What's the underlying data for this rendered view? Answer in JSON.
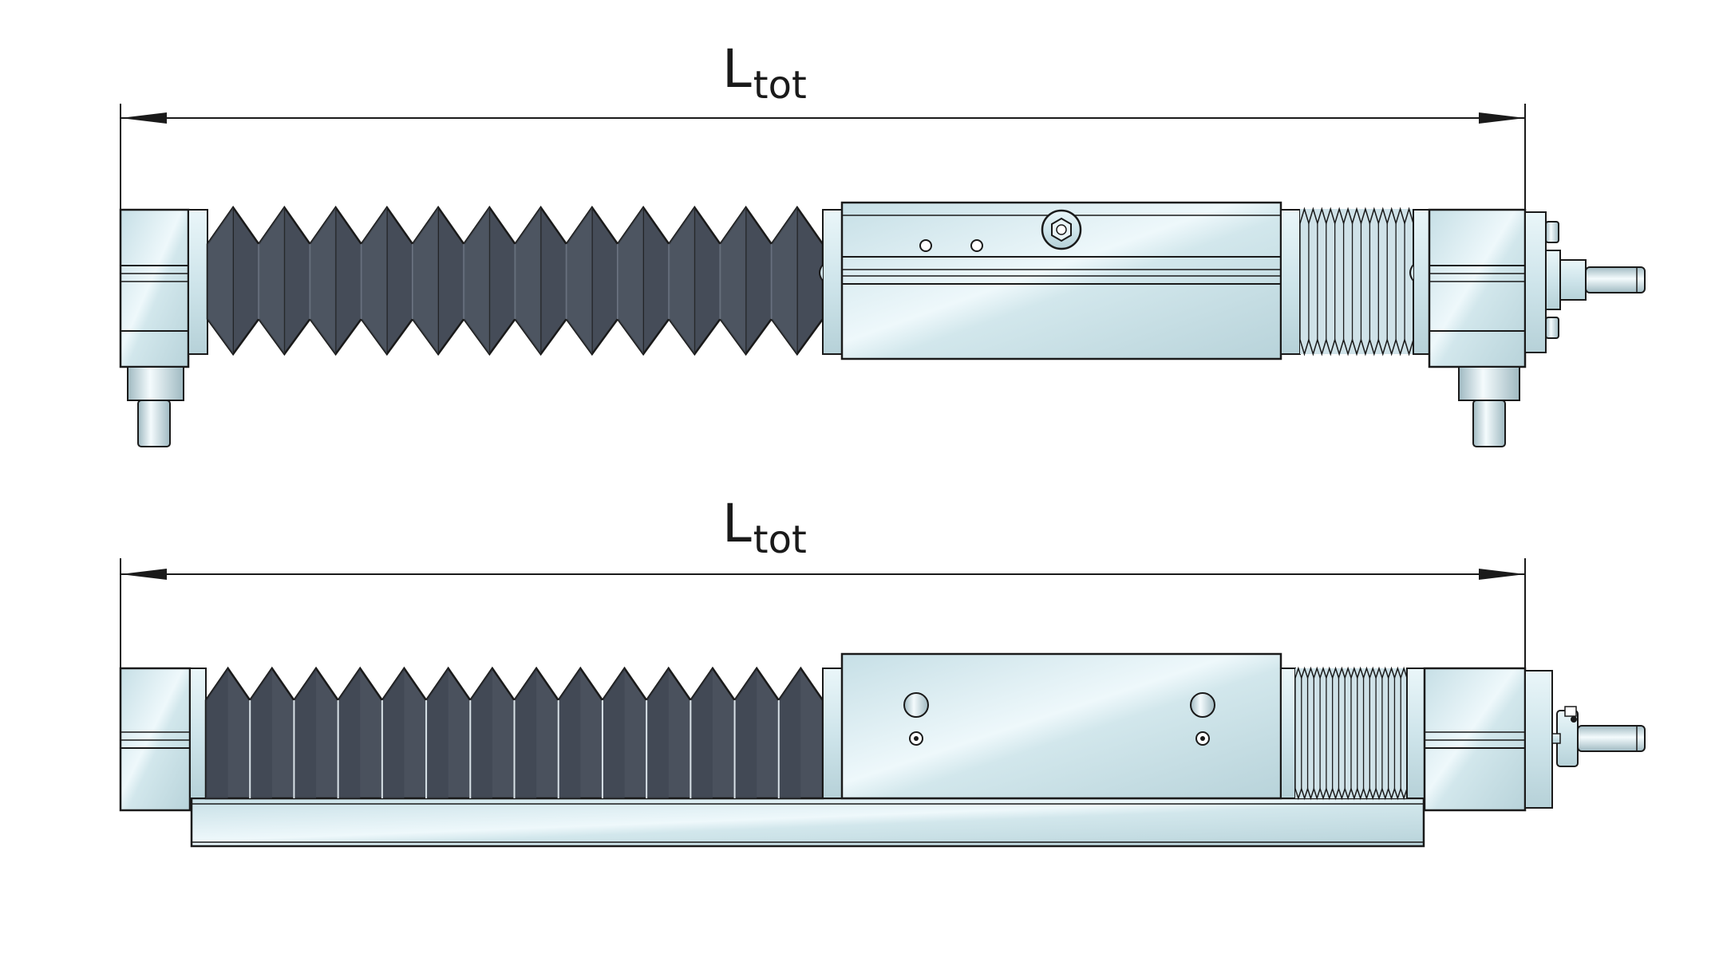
{
  "dimensions": [
    {
      "id": "top",
      "symbol": "L",
      "subscript": "tot"
    },
    {
      "id": "bottom",
      "symbol": "L",
      "subscript": "tot"
    }
  ],
  "colors": {
    "line": "#1a1a1a",
    "steel": "#d7eaef",
    "steel_highlight": "#f2fafc",
    "steel_shadow": "#b9d3da",
    "bellows_dark": "#3d4450",
    "bellows_mid": "#545c69",
    "bellows_light_fold": "#6c7482",
    "small_bellows": "#c8dde3",
    "background": "#ffffff"
  }
}
